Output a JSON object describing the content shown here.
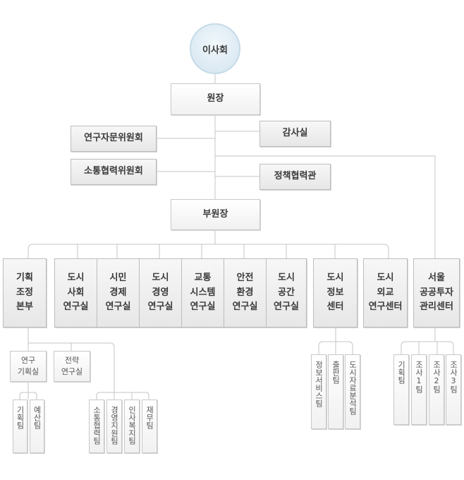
{
  "org": {
    "board": "이사회",
    "president": "원장",
    "audit": "감사실",
    "research_advisory": "연구자문위원회",
    "policy_cooperation": "정책협력관",
    "communication_committee": "소통협력위원회",
    "vice_president": "부원장",
    "divisions": [
      "기획\n조정\n본부",
      "도시\n사회\n연구실",
      "시민\n경제\n연구실",
      "도시\n경영\n연구실",
      "교통\n시스템\n연구실",
      "안전\n환경\n연구실",
      "도시\n공간\n연구실",
      "도시\n정보\n센터",
      "도시\n외교\n연구센터",
      "서울\n공공투자\n관리센터"
    ],
    "planning_offices": [
      "연구\n기획실",
      "전략\n연구실"
    ],
    "research_planning_teams": [
      "기획팀",
      "예산팀"
    ],
    "strategy_teams": [
      "소통협력팀",
      "경영지원팀",
      "인사복지팀",
      "재무팀"
    ],
    "info_center_teams": [
      "정보서비스팀",
      "출판팀",
      "도시자료분석팀"
    ],
    "investment_center_teams": [
      "기획팀",
      "조사1팀",
      "조사2팀",
      "조사3팀"
    ]
  },
  "colors": {
    "line": "#c4c4c4",
    "box_border": "#c8c8c8",
    "circle_fill": "#d3e4ef",
    "circle_border": "#c5dbe9",
    "text": "#3a3a3a"
  }
}
